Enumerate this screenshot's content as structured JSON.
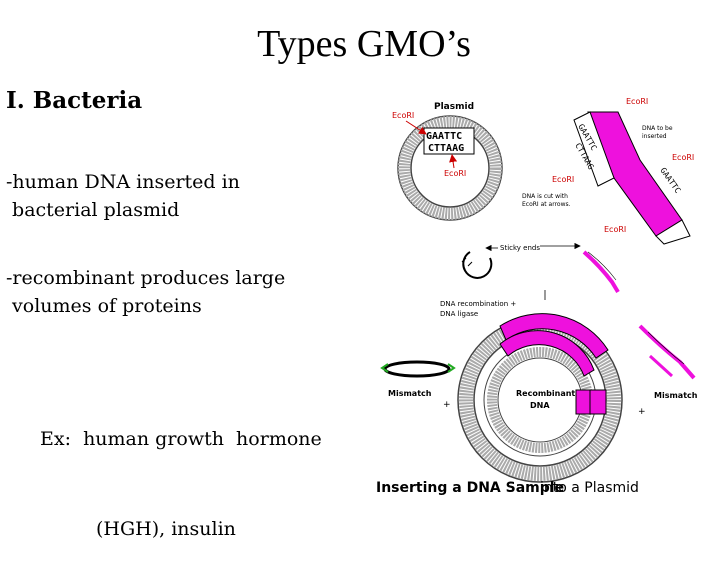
{
  "slide": {
    "title": "Types GMO’s",
    "heading": "I.  Bacteria",
    "bullet1": "-human DNA inserted in\n bacterial plasmid",
    "bullet2": "-recombinant produces large\n volumes of proteins",
    "example_line1": "Ex:  human growth  hormone",
    "example_line2": "(HGH), insulin"
  },
  "diagram": {
    "plasmid": "Plasmid",
    "ecori": "EcoRI",
    "gaattc": "GAATTC",
    "cttaag": "CTTAAG",
    "dna_to_be_inserted_1": "DNA to be",
    "dna_to_be_inserted_2": "inserted",
    "dna_cut_1": "DNA is cut with",
    "dna_cut_2": "EcoRI at arrows.",
    "sticky_ends": "Sticky ends",
    "dna_recomb_1": "DNA recombination +",
    "dna_recomb_2": "DNA ligase",
    "mismatch": "Mismatch",
    "recombinant_1": "Recombinant",
    "recombinant_2": "DNA",
    "plus": "+",
    "caption_bold": "Inserting a DNA Sample",
    "caption_rest": " into a Plasmid",
    "colors": {
      "magenta": "#ee11dd",
      "red": "#cc0000",
      "gray": "#aaaaaa"
    }
  }
}
